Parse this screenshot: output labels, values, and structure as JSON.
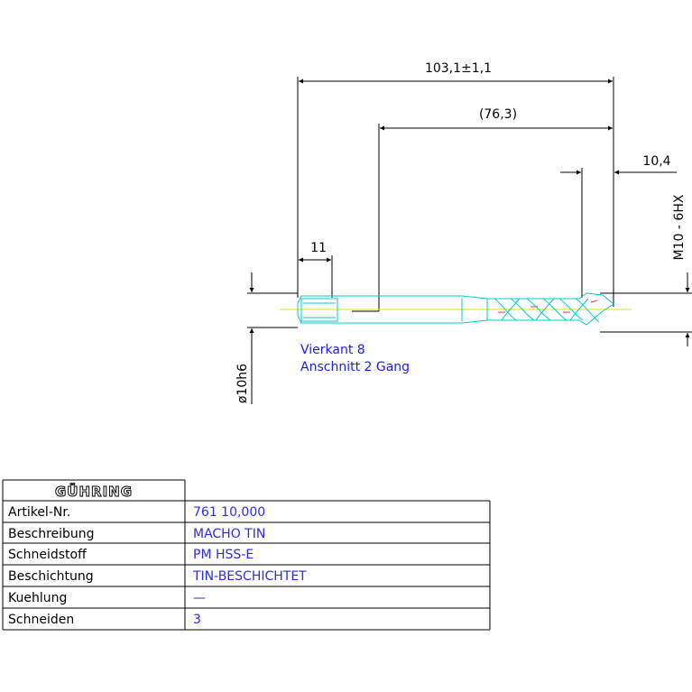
{
  "dimensions": {
    "overall_length": "103,1±1,1",
    "thread_length": "(76,3)",
    "chamfer": "10,4",
    "square_length": "11",
    "shank_diameter": "ø10h6",
    "thread_size": "M10 - 6HX"
  },
  "notes": {
    "line1": "Vierkant 8",
    "line2": "Anschnitt 2 Gang"
  },
  "title_block": {
    "logo": "GÜHRING",
    "rows": [
      {
        "label": "Artikel-Nr.",
        "value": "761 10,000"
      },
      {
        "label": "Beschreibung",
        "value": "MACHO TIN"
      },
      {
        "label": "Schneidstoff",
        "value": "PM HSS-E"
      },
      {
        "label": "Beschichtung",
        "value": "TIN-BESCHICHTET"
      },
      {
        "label": "Kuehlung",
        "value": "—"
      },
      {
        "label": "Schneiden",
        "value": "3"
      }
    ]
  },
  "colors": {
    "dimension": "#000000",
    "tool_outline": "#00cccc",
    "center_line": "#e6e600",
    "note": "#1a1aff",
    "value": "#2a2aff"
  }
}
